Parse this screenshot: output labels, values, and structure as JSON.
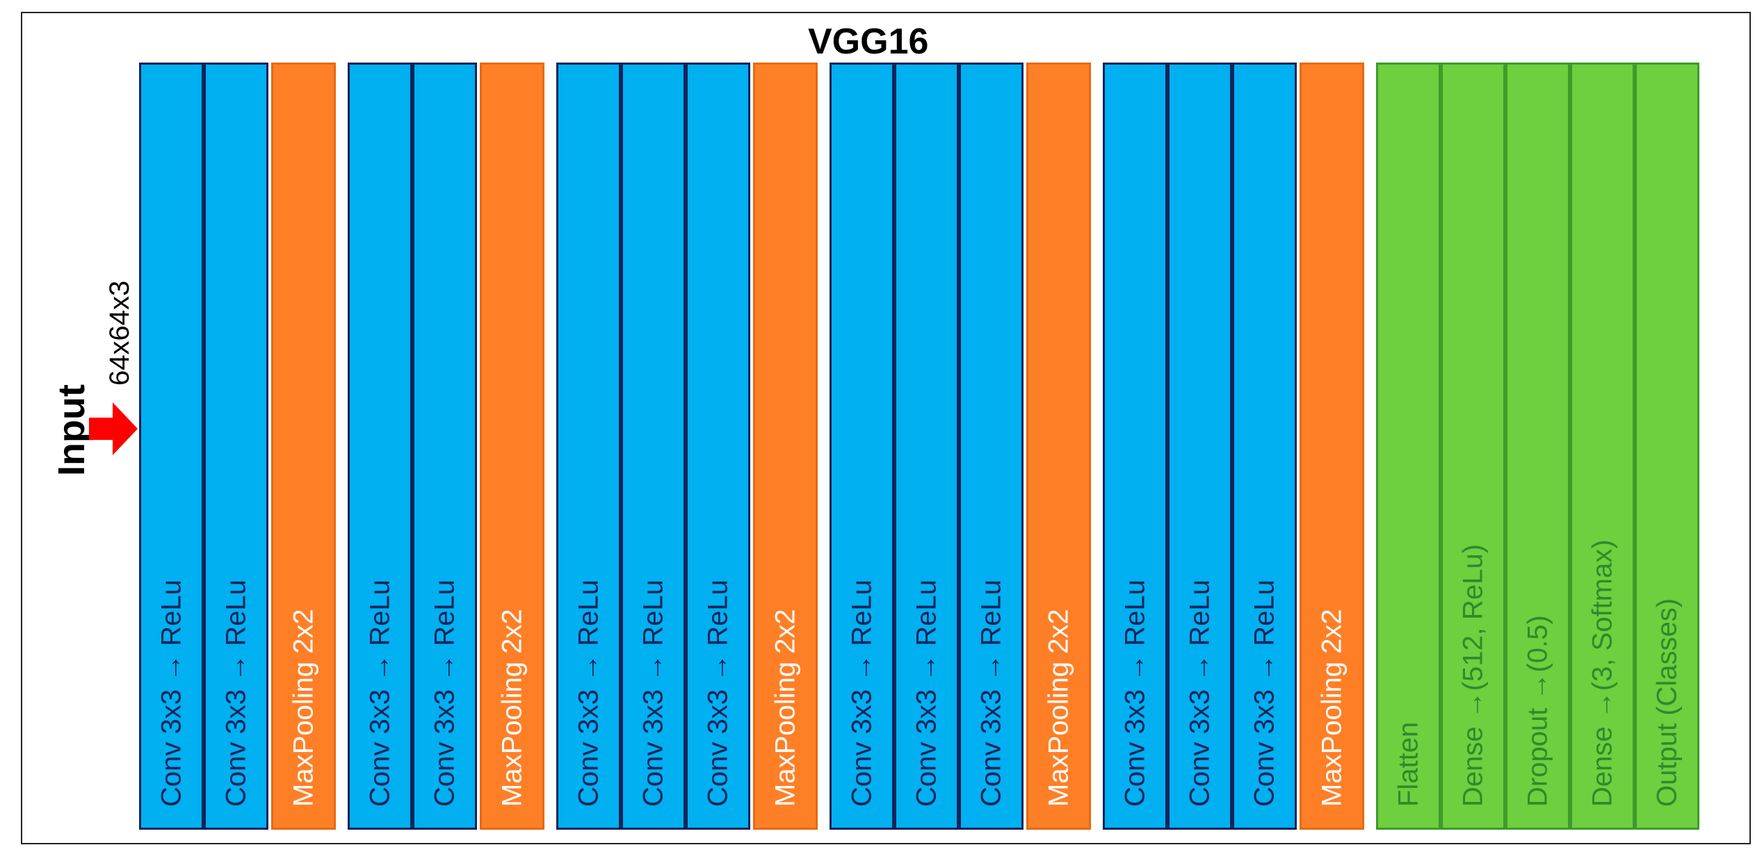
{
  "title": "VGG16",
  "input": {
    "label": "Input",
    "size": "64x64x3",
    "arrow_color": "#ff0000"
  },
  "colors": {
    "conv_fill": "#00b0f0",
    "conv_border": "#10245a",
    "pool_fill": "#ff7f27",
    "pool_text": "#ffffff",
    "dense_fill": "#6ecf3f",
    "dense_text": "#2f8a2a"
  },
  "blocks": [
    {
      "kind": "conv",
      "layers": [
        "Conv 3x3 → ReLu",
        "Conv 3x3 → ReLu"
      ],
      "pool": "MaxPooling 2x2"
    },
    {
      "kind": "conv",
      "layers": [
        "Conv 3x3 → ReLu",
        "Conv 3x3 → ReLu"
      ],
      "pool": "MaxPooling 2x2"
    },
    {
      "kind": "conv",
      "layers": [
        "Conv 3x3 → ReLu",
        "Conv 3x3 → ReLu",
        "Conv 3x3 → ReLu"
      ],
      "pool": "MaxPooling 2x2"
    },
    {
      "kind": "conv",
      "layers": [
        "Conv 3x3 → ReLu",
        "Conv 3x3 → ReLu",
        "Conv 3x3 → ReLu"
      ],
      "pool": "MaxPooling 2x2"
    },
    {
      "kind": "conv",
      "layers": [
        "Conv 3x3 → ReLu",
        "Conv 3x3 → ReLu",
        "Conv 3x3 → ReLu"
      ],
      "pool": "MaxPooling 2x2"
    }
  ],
  "head": [
    "Flatten",
    "Dense →(512, ReLu)",
    "Dropout →(0.5)",
    "Dense →(3, Softmax)",
    "Output (Classes)"
  ]
}
